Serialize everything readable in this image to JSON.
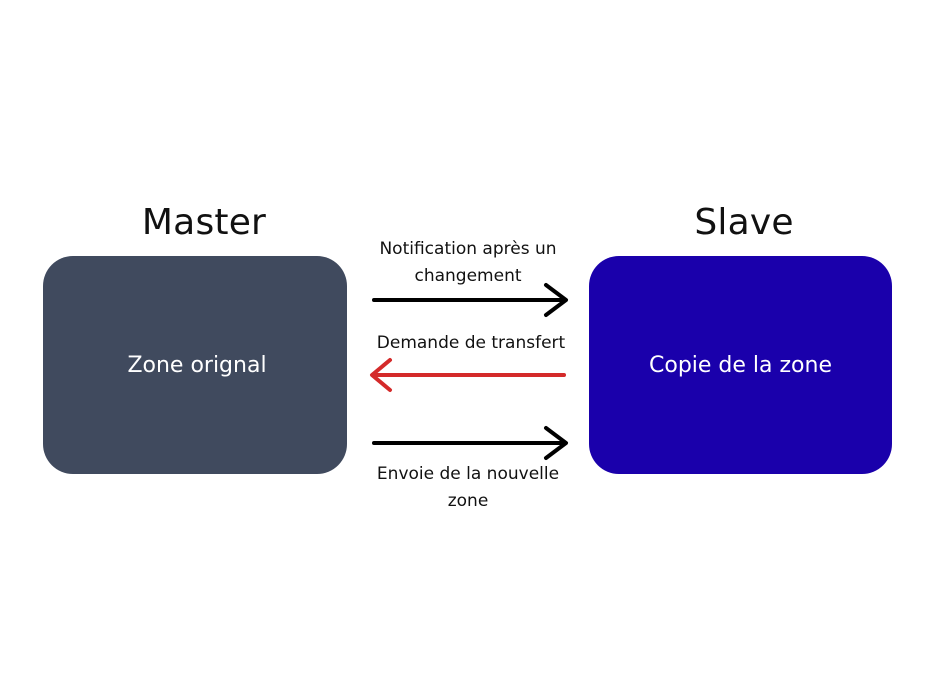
{
  "master": {
    "title": "Master",
    "box_label": "Zone orignal",
    "color": "#404a5e"
  },
  "slave": {
    "title": "Slave",
    "box_label": "Copie de la zone",
    "color": "#1a00ab"
  },
  "flows": [
    {
      "label": "Notification après un changement",
      "direction": "master-to-slave",
      "color": "#000000"
    },
    {
      "label": "Demande de transfert",
      "direction": "slave-to-master",
      "color": "#d42a2a"
    },
    {
      "label": "Envoie de la nouvelle zone",
      "direction": "master-to-slave",
      "color": "#000000"
    }
  ]
}
